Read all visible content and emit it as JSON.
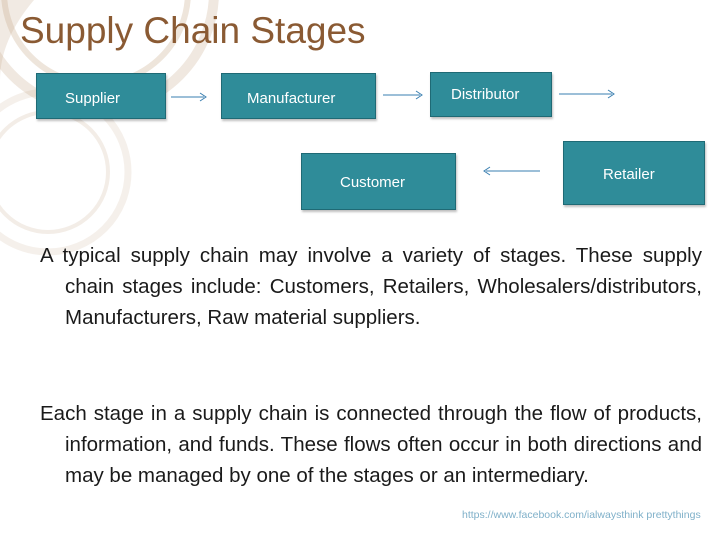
{
  "title": "Supply Chain Stages",
  "diagram": {
    "stages": {
      "supplier": "Supplier",
      "manufacturer": "Manufacturer",
      "distributor": "Distributor",
      "retailer": "Retailer",
      "customer": "Customer"
    }
  },
  "paragraphs": [
    "A typical supply chain may involve a variety of stages. These supply chain stages include: Customers, Retailers, Wholesalers/distributors, Manufacturers, Raw material suppliers.",
    "Each stage in a supply chain is connected through the flow of products, information, and funds. These flows often occur in both directions and may be managed by one of the stages or an intermediary."
  ],
  "source_url": "https://www.facebook.com/ialwaysthink prettythings",
  "colors": {
    "title": "#8a5a33",
    "box_fill": "#2f8c99",
    "box_border": "#1f6a75",
    "arrow": "#3a7fb0",
    "decor_rings": "#c9ad90",
    "source_text": "#7fb0c9"
  }
}
